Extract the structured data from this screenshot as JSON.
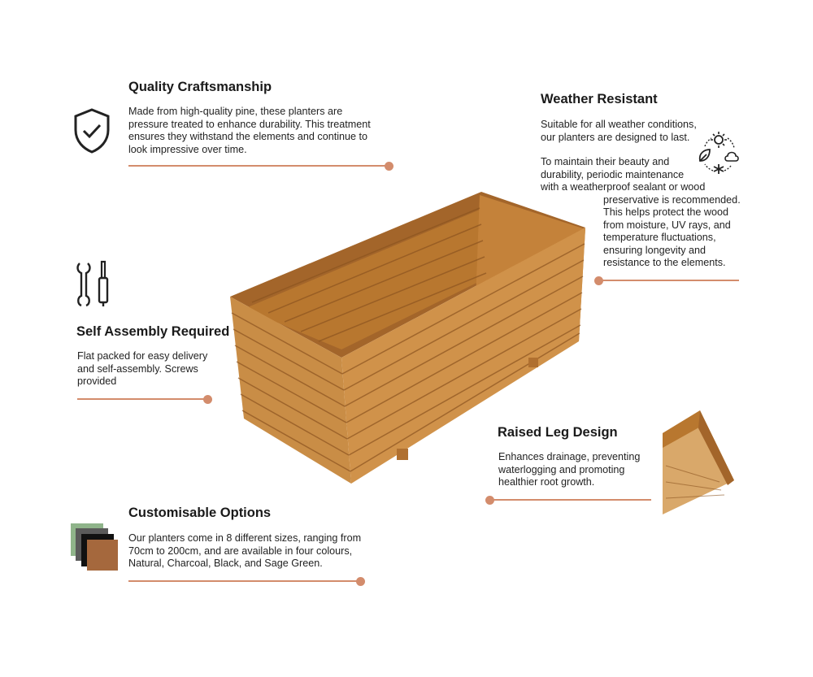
{
  "sections": {
    "quality": {
      "title": "Quality Craftsmanship",
      "lines": [
        "Made from high-quality pine, these planters are",
        "pressure treated to enhance durability. This treatment",
        "ensures they withstand the elements and continue to",
        "look impressive over time."
      ],
      "icon": "shield-check-icon"
    },
    "weather": {
      "title": "Weather Resistant",
      "lines": [
        "Suitable for all weather conditions,",
        "our planters are designed to last.",
        "To maintain their beauty and",
        "durability, periodic maintenance",
        "with a weatherproof sealant or wood",
        "preservative is recommended.",
        "This helps protect the wood",
        "from moisture, UV rays, and",
        "temperature fluctuations,",
        "ensuring longevity and",
        "resistance to the elements."
      ],
      "icon": "weather-cycle-icon"
    },
    "assembly": {
      "title": "Self Assembly Required",
      "lines": [
        "Flat packed for easy delivery",
        "and self-assembly. Screws",
        "provided"
      ],
      "icon": "wrench-screwdriver-icon"
    },
    "legs": {
      "title": "Raised Leg Design",
      "lines": [
        "Enhances drainage, preventing",
        "waterlogging and promoting",
        "healthier root growth."
      ]
    },
    "options": {
      "title": "Customisable Options",
      "lines": [
        "Our planters come in 8 different sizes, ranging from",
        "70cm to 200cm, and are available in four colours,",
        "Natural, Charcoal, Black, and Sage Green."
      ],
      "swatches": [
        "#8fb48a",
        "#5a5a5a",
        "#111111",
        "#a5683d"
      ]
    }
  },
  "colors": {
    "accent": "#d38c6c",
    "wood": "#c7893f"
  }
}
